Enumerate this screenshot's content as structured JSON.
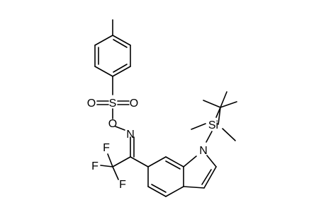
{
  "colors": {
    "background": "#ffffff",
    "ink": "#000000"
  },
  "atoms": {
    "sulfur": "S",
    "sulfonyl_oxygen_left": "O",
    "sulfonyl_oxygen_right": "O",
    "ester_oxygen": "O",
    "oxime_nitrogen": "N",
    "fluorine_top": "F",
    "fluorine_left": "F",
    "fluorine_bottom": "F",
    "indole_nitrogen": "N",
    "silicon": "Si"
  }
}
